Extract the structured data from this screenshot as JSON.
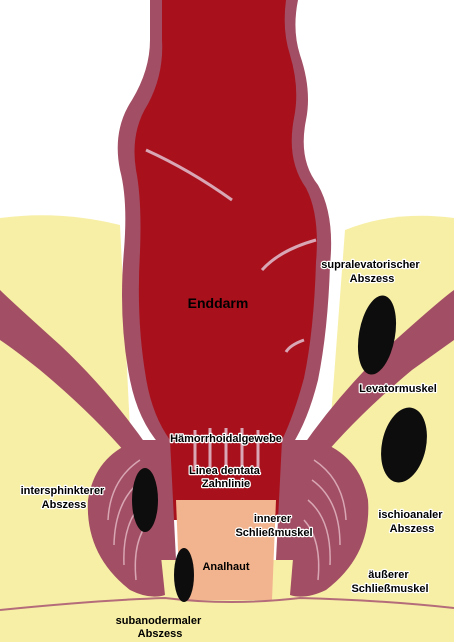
{
  "colors": {
    "fat": "#f7efa6",
    "muscle": "#a24e64",
    "muscle_line": "#d8a6b4",
    "lumen": "#a8101c",
    "abscess": "#0d0d0d",
    "skin": "#f2b48e"
  },
  "labels": {
    "rectum": "Enddarm",
    "supralevator_abscess": [
      "supralevatorischer",
      "Abszess"
    ],
    "levator_muscle": "Levatormuskel",
    "hemorrhoids": "Hämorrhoidalgewebe",
    "dentate_line": [
      "Linea dentata",
      "Zahnlinie"
    ],
    "intersphincteric_abscess": [
      "intersphinkterer",
      "Abszess"
    ],
    "ischioanal_abscess": [
      "ischioanaler",
      "Abszess"
    ],
    "internal_sphincter": [
      "innerer",
      "Schließmuskel"
    ],
    "anoderm": "Analhaut",
    "external_sphincter": [
      "äußerer",
      "Schließmuskel"
    ],
    "subanodermal_abscess": [
      "subanodermaler",
      "Abszess"
    ]
  }
}
